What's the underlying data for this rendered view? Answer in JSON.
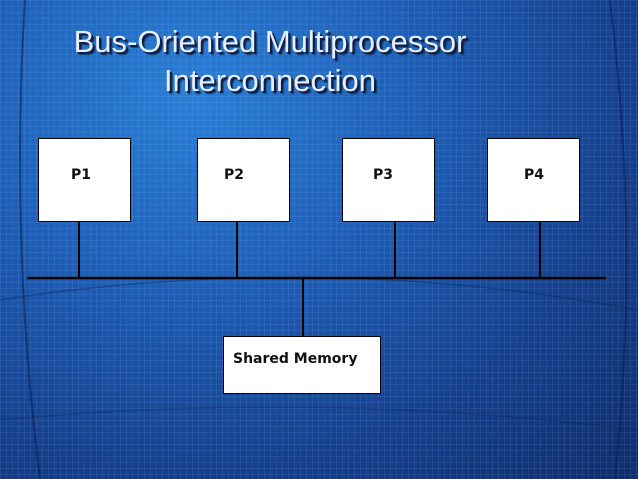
{
  "slide": {
    "title_line1": "Bus-Oriented Multiprocessor",
    "title_line2": "Interconnection"
  },
  "diagram": {
    "processors": [
      {
        "label": "P1"
      },
      {
        "label": "P2"
      },
      {
        "label": "P3"
      },
      {
        "label": "P4"
      }
    ],
    "memory": {
      "label": "Shared Memory"
    }
  },
  "colors": {
    "background": "#1f5fb6",
    "box_fill": "#ffffff",
    "line": "#000000",
    "title_text": "#e9eefc"
  }
}
